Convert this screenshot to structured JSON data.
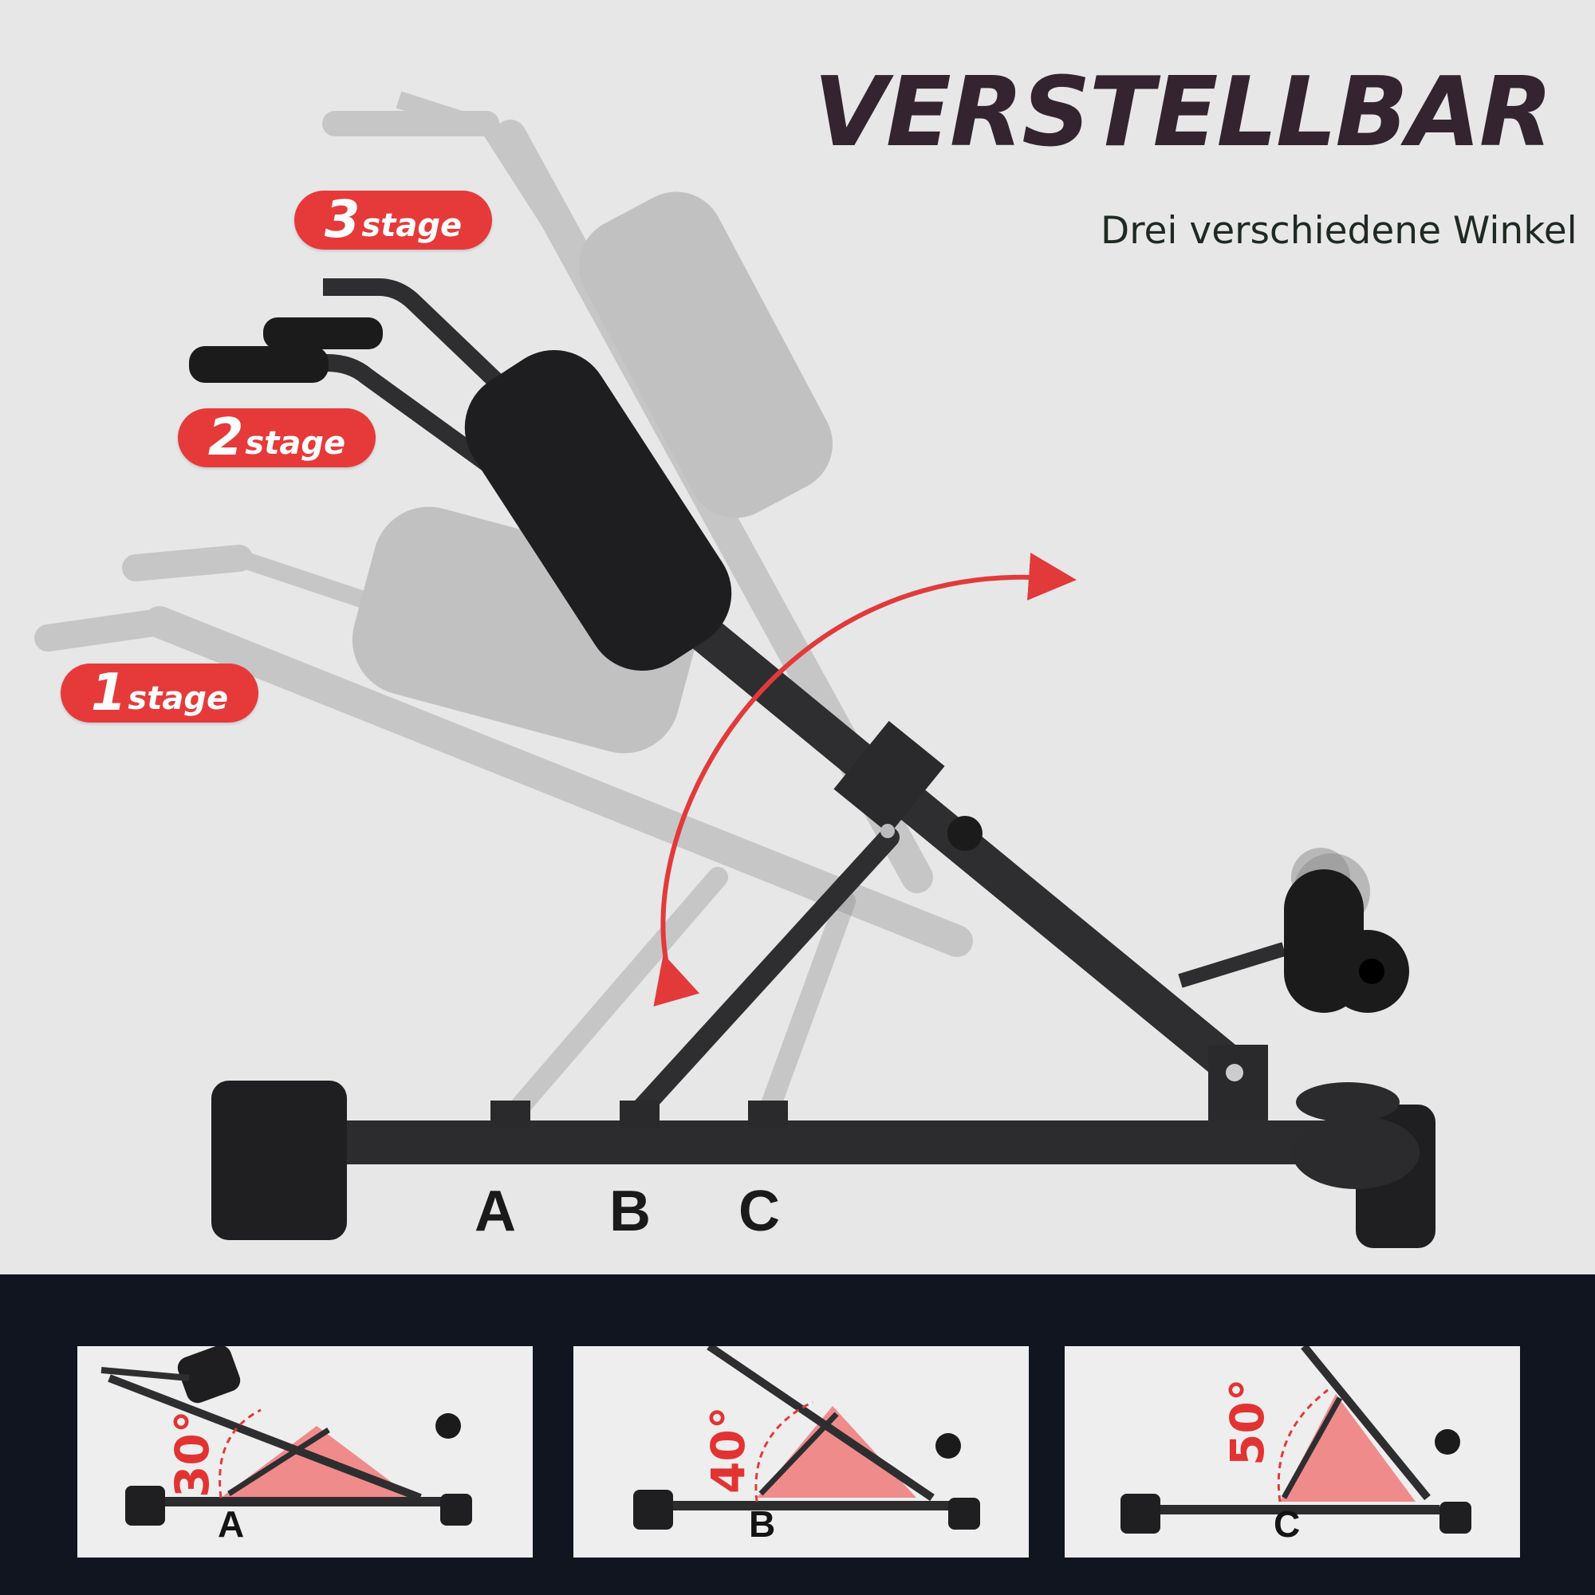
{
  "headline": "VERSTELLBAR",
  "subline": "Drei verschiedene Winkel",
  "stages": [
    {
      "num": "3",
      "word": "stage"
    },
    {
      "num": "2",
      "word": "stage"
    },
    {
      "num": "1",
      "word": "stage"
    }
  ],
  "positions": [
    "A",
    "B",
    "C"
  ],
  "panels": [
    {
      "angle": "30°",
      "label": "A"
    },
    {
      "angle": "40°",
      "label": "B"
    },
    {
      "angle": "50°",
      "label": "C"
    }
  ],
  "colors": {
    "accent": "#e63a3a",
    "frame": "#2e2e30",
    "headline": "#33242f",
    "band": "#111520"
  }
}
